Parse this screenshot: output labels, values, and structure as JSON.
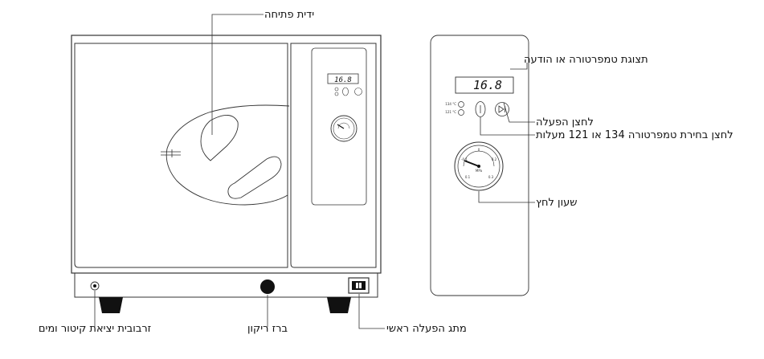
{
  "labels": {
    "door_handle": "ידית פתיחה",
    "display": "תצוגת טמפרטורה או הודעה",
    "start_button": "לחצן הפעלה",
    "temp_select_button": "לחצן בחירת טמפרטורה 134 או 121 מעלות",
    "pressure_gauge": "שעון לחץ",
    "steam_water_outlet": "זרבובית יציאת קיטור ומים",
    "drain_valve": "ברז ריקון",
    "main_switch": "מתג הפעלה ראשי"
  },
  "panel": {
    "display_value": "16.8",
    "temp_134": "134 °C",
    "temp_121": "121 °C",
    "gauge_unit": "MPa",
    "gauge_top": "0",
    "gauge_left_top": "-0.1",
    "gauge_left_bottom": "0.1",
    "gauge_right_top": "0.2",
    "gauge_right_bottom": "0.3"
  },
  "colors": {
    "outline": "#333333",
    "knob": "#111111"
  }
}
